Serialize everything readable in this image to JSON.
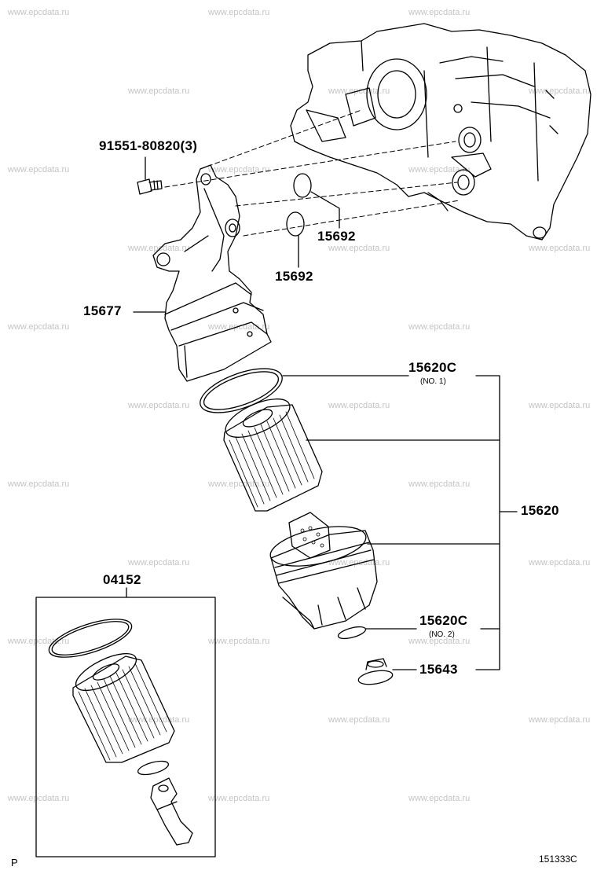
{
  "watermark": "www.epcdata.ru",
  "parts": {
    "bolt": "91551-80820(3)",
    "oring_upper": "15692",
    "oring_lower": "15692",
    "housing": "15677",
    "gasket_no1": "15620C",
    "gasket_no1_note": "(NO. 1)",
    "filter_assy": "15620",
    "gasket_no2": "15620C",
    "gasket_no2_note": "(NO. 2)",
    "drain_plug": "15643",
    "element_kit": "04152"
  },
  "footer": {
    "left_mark": "P",
    "diagram_code": "151333C"
  }
}
